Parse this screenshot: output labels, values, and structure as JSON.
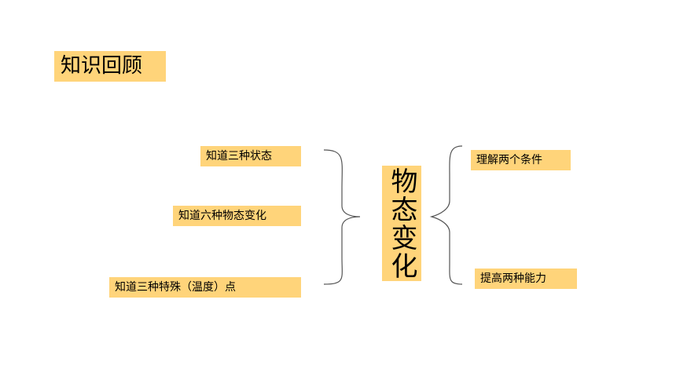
{
  "title": "知识回顾",
  "center": "物态变化",
  "left_items": [
    "知道三种状态",
    "知道六种物态变化",
    "知道三种特殊（温度）点"
  ],
  "right_items": [
    "理解两个条件",
    "提高两种能力"
  ],
  "colors": {
    "box_fill": "#FFD47A",
    "brace_stroke": "#555555"
  }
}
